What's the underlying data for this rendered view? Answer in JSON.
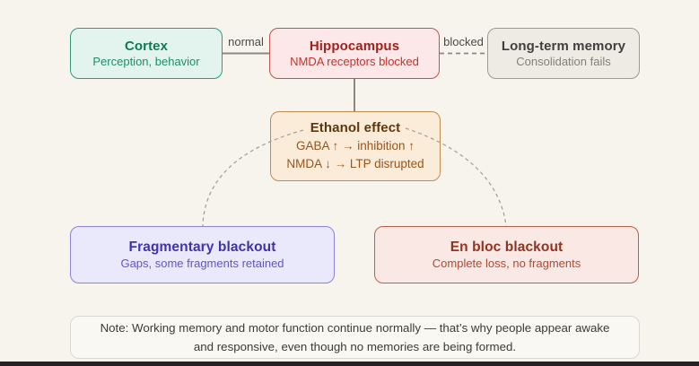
{
  "diagram": {
    "background": "#f7f4ee",
    "nodes": {
      "cortex": {
        "title": "Cortex",
        "subtitle": "Perception, behavior",
        "accent": "#2f9d7c"
      },
      "hippocampus": {
        "title": "Hippocampus",
        "subtitle": "NMDA receptors blocked",
        "accent": "#c94f48"
      },
      "long_term_memory": {
        "title": "Long-term memory",
        "subtitle": "Consolidation fails",
        "accent": "#9d9a90"
      },
      "ethanol_effect": {
        "title": "Ethanol effect",
        "line1": "GABA ↑ → inhibition ↑",
        "line2": "NMDA ↓ → LTP disrupted",
        "accent": "#c08b52"
      },
      "fragmentary_blackout": {
        "title": "Fragmentary blackout",
        "subtitle": "Gaps, some fragments retained",
        "accent": "#8d82de"
      },
      "en_bloc_blackout": {
        "title": "En bloc blackout",
        "subtitle": "Complete loss, no fragments",
        "accent": "#bd604b"
      }
    },
    "edge_labels": {
      "cortex_to_hippocampus": "normal",
      "hippocampus_to_long_term": "blocked"
    },
    "note": "Note: Working memory and motor function continue normally — that’s why people appear awake and responsive, even though no memories are being formed."
  }
}
